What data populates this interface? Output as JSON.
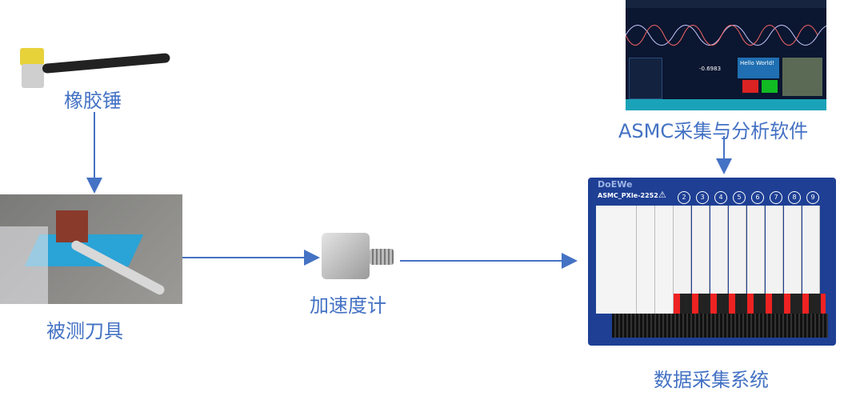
{
  "nodes": {
    "hammer": {
      "label": "橡胶锤"
    },
    "tool": {
      "label": "被测刀具"
    },
    "sensor": {
      "label": "加速度计"
    },
    "software": {
      "label": "ASMC采集与分析软件",
      "screen_text": "Hello World!",
      "readout": "-0.6983"
    },
    "daq": {
      "label": "数据采集系统",
      "brand": "DoEWe",
      "model": "ASMC_PXIe-2252",
      "slots": [
        "2",
        "3",
        "4",
        "5",
        "6",
        "7",
        "8",
        "9"
      ]
    }
  },
  "colors": {
    "arrow": "#4472C4",
    "label": "#4472C4",
    "chassis": "#1e3f94"
  }
}
